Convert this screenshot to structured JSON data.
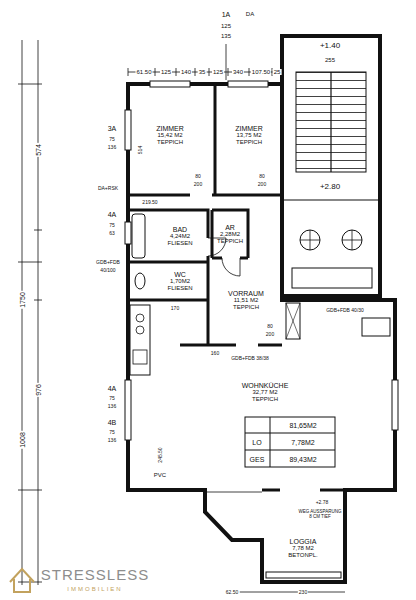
{
  "diagram": {
    "nodes": [
      {
        "text": [
          "ZIMMER",
          "15,42 M2",
          "TEPPICH"
        ]
      },
      {
        "text": [
          "ZIMMER",
          "13,75 M2",
          "TEPPICH"
        ]
      },
      {
        "text": [
          "BAD",
          "4,24M2",
          "FLIESEN"
        ]
      },
      {
        "text": [
          "AR",
          "2,28M2",
          "TEPPICH"
        ]
      },
      {
        "text": [
          "WC",
          "1,70M2",
          "FLIESEN"
        ]
      },
      {
        "text": [
          "VORRAUM",
          "11,51 M2",
          "TEPPICH"
        ]
      },
      {
        "text": [
          "WOHNKÜCHE",
          "32,77 M2",
          "TEPPICH"
        ]
      },
      {
        "text": [
          "LOGGIA",
          "7,78 M2",
          "BETONPL."
        ]
      }
    ],
    "labels": [
      "1A",
      "DA",
      "125",
      "135",
      "61.50",
      "125",
      "140",
      "35",
      "125",
      "340",
      "107.50",
      "25",
      "3A",
      "75",
      "136",
      "DA+RSK",
      "4A",
      "75",
      "63",
      "GDB+FDB",
      "40/100",
      "4A",
      "75",
      "136",
      "4B",
      "75",
      "136",
      "574",
      "1750",
      "976",
      "1008",
      "514",
      "219.50",
      "245.50",
      "PVC",
      "80",
      "200",
      "80",
      "200",
      "80",
      "200",
      "+1.40",
      "255",
      "+2.80",
      "GDB+FDB 38/38",
      "GDB+FDB 40/30",
      "81,65M2",
      "LO",
      "7,78M2",
      "GES",
      "89,43M2",
      "+2.78",
      "WEG AUSSPARUNG 8 CM TIEF",
      "230",
      "62.50",
      "170",
      "160",
      "STRESSLESS",
      "IMMOBILIEN"
    ]
  }
}
